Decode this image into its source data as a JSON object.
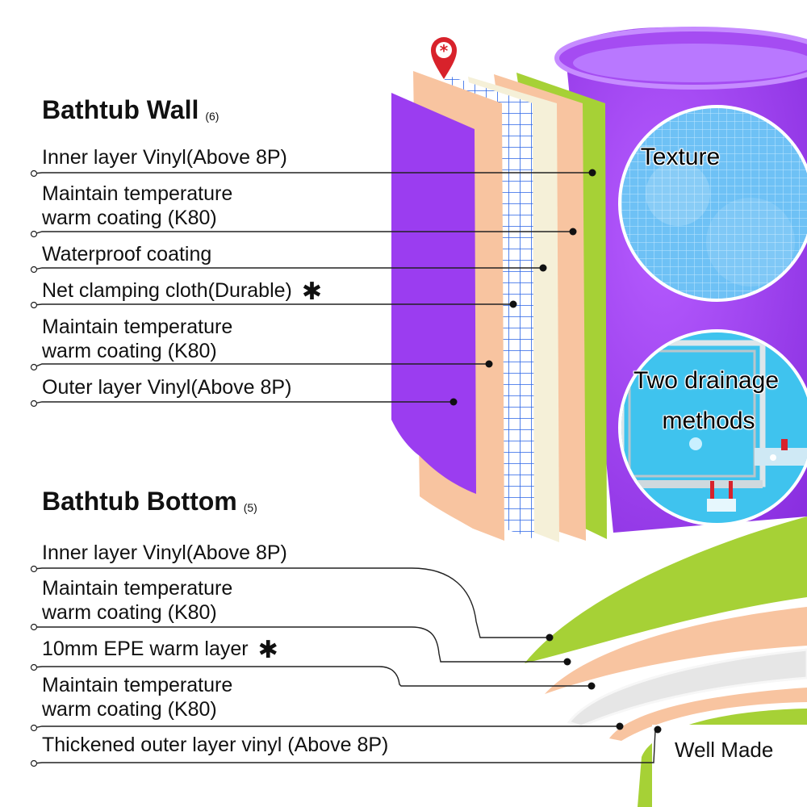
{
  "wall": {
    "title": "Bathtub Wall",
    "count": "(6)",
    "layers": [
      {
        "line1": "Inner layer Vinyl(Above 8P)",
        "line2": "",
        "star": ""
      },
      {
        "line1": "Maintain temperature",
        "line2": "warm coating (K80)",
        "star": ""
      },
      {
        "line1": "Waterproof coating",
        "line2": "",
        "star": ""
      },
      {
        "line1": "Net clamping cloth(Durable)",
        "line2": "",
        "star": "✱"
      },
      {
        "line1": "Maintain temperature",
        "line2": "warm coating (K80)",
        "star": ""
      },
      {
        "line1": "Outer layer Vinyl(Above 8P)",
        "line2": "",
        "star": ""
      }
    ]
  },
  "bottom": {
    "title": "Bathtub Bottom",
    "count": "(5)",
    "layers": [
      {
        "line1": "Inner layer Vinyl(Above 8P)",
        "line2": "",
        "star": ""
      },
      {
        "line1": "Maintain temperature",
        "line2": "warm coating (K80)",
        "star": ""
      },
      {
        "line1": "10mm EPE warm layer",
        "line2": "",
        "star": "✱"
      },
      {
        "line1": "Maintain temperature",
        "line2": "warm coating (K80)",
        "star": ""
      },
      {
        "line1": "Thickened outer layer vinyl (Above 8P)",
        "line2": "",
        "star": ""
      }
    ]
  },
  "badges": {
    "texture": "Texture",
    "drainage_line1": "Two drainage",
    "drainage_line2": "methods"
  },
  "footer": {
    "well_made": "Well Made"
  },
  "colors": {
    "purple": "#9b3df0",
    "peach": "#f8c4a0",
    "cream": "#f5f0d8",
    "grid_blue": "#2a64e6",
    "lime": "#a6d136",
    "epe_gray": "#e6e6e6",
    "marker_red": "#d8222b",
    "leader_line": "#222222"
  },
  "icons": [
    "map-pin-asterisk-icon",
    "asterisk-icon"
  ]
}
